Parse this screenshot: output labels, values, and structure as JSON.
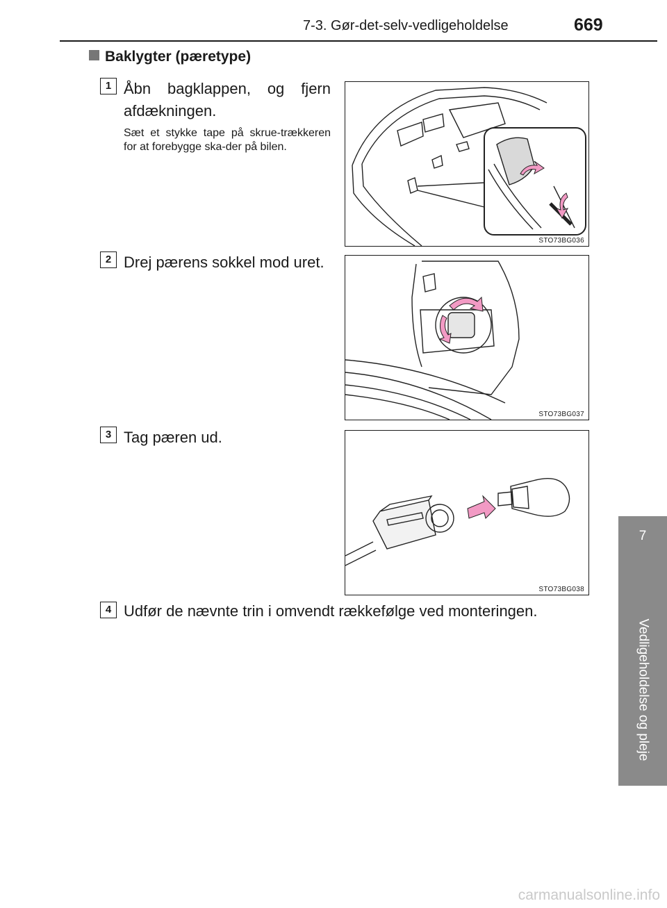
{
  "header": {
    "title": "7-3. Gør-det-selv-vedligeholdelse",
    "page_number": "669"
  },
  "section": {
    "title": "Baklygter (pæretype)"
  },
  "steps": [
    {
      "number": "1",
      "text": "Åbn bagklappen, og fjern afdækningen.",
      "note": "Sæt et stykke tape på skrue-trækkeren for at forebygge ska-der på bilen.",
      "figure_code": "STO73BG036"
    },
    {
      "number": "2",
      "text": "Drej pærens sokkel mod uret.",
      "figure_code": "STO73BG037"
    },
    {
      "number": "3",
      "text": "Tag pæren ud.",
      "figure_code": "STO73BG038"
    },
    {
      "number": "4",
      "text": "Udfør de nævnte trin i omvendt rækkefølge ved monteringen."
    }
  ],
  "chapter": {
    "number": "7",
    "label": "Vedligeholdelse og pleje"
  },
  "watermark": "carmanualsonline.info",
  "colors": {
    "arrow_pink": "#f29ac4",
    "chapter_tab": "#8a8a8a"
  }
}
